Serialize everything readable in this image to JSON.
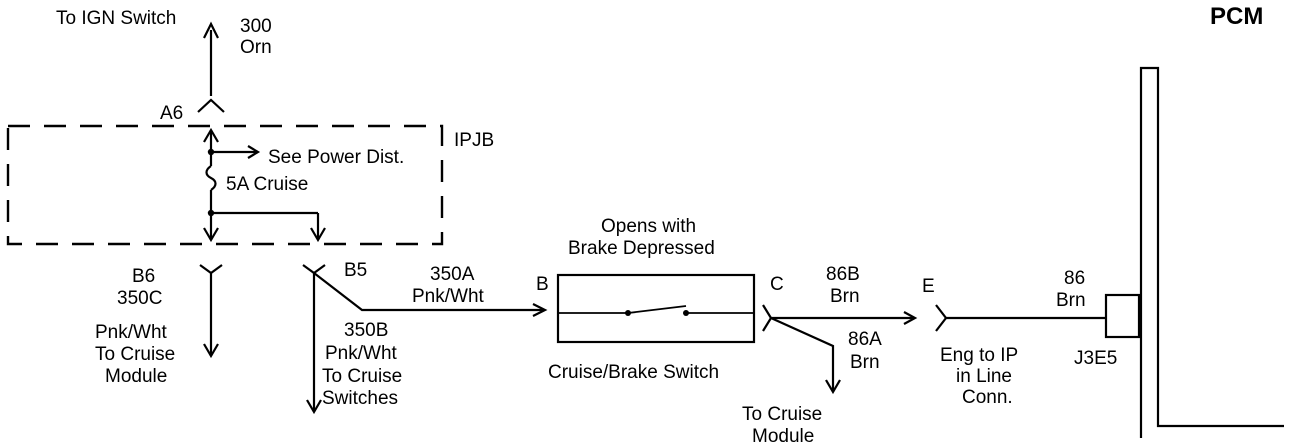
{
  "module_label": "PCM",
  "ign": {
    "dest": "To IGN Switch",
    "circuit": "300",
    "color": "Orn"
  },
  "ipjb": {
    "label": "IPJB",
    "pin_top": "A6",
    "see_power": "See Power Dist.",
    "fuse": "5A Cruise"
  },
  "b6": {
    "pin": "B6",
    "circuit": "350C",
    "color": "Pnk/Wht",
    "dest_line1": "To Cruise",
    "dest_line2": "Module"
  },
  "b5": {
    "pin": "B5",
    "circuit": "350B",
    "color": "Pnk/Wht",
    "dest_line1": "To Cruise",
    "dest_line2": "Switches"
  },
  "feed_350a": {
    "circuit": "350A",
    "color": "Pnk/Wht"
  },
  "brake_switch": {
    "note_line1": "Opens with",
    "note_line2": "Brake Depressed",
    "pin_in": "B",
    "pin_out": "C",
    "name": "Cruise/Brake Switch"
  },
  "wire_86b": {
    "circuit": "86B",
    "color": "Brn"
  },
  "wire_86a": {
    "circuit": "86A",
    "color": "Brn",
    "dest_line1": "To Cruise",
    "dest_line2": "Module"
  },
  "connector_e": {
    "pin": "E",
    "line1": "Eng to IP",
    "line2": "in Line",
    "line3": "Conn."
  },
  "wire_86": {
    "circuit": "86",
    "color": "Brn"
  },
  "pcm_pin": "J3E5"
}
